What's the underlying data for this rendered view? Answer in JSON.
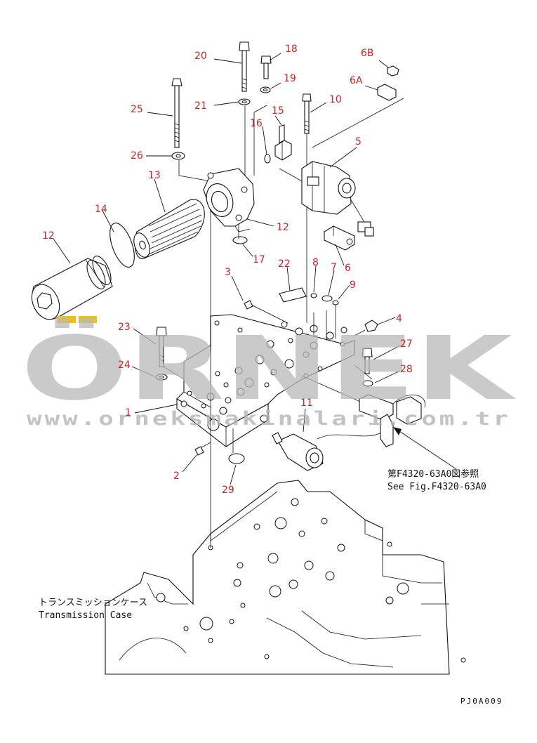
{
  "diagram": {
    "part_labels": [
      {
        "id": "label-20",
        "text": "20"
      },
      {
        "id": "label-18",
        "text": "18"
      },
      {
        "id": "label-6B",
        "text": "6B"
      },
      {
        "id": "label-19",
        "text": "19"
      },
      {
        "id": "label-6A",
        "text": "6A"
      },
      {
        "id": "label-25",
        "text": "25"
      },
      {
        "id": "label-21",
        "text": "21"
      },
      {
        "id": "label-10",
        "text": "10"
      },
      {
        "id": "label-15",
        "text": "15"
      },
      {
        "id": "label-16",
        "text": "16"
      },
      {
        "id": "label-5",
        "text": "5"
      },
      {
        "id": "label-26",
        "text": "26"
      },
      {
        "id": "label-13",
        "text": "13"
      },
      {
        "id": "label-14",
        "text": "14"
      },
      {
        "id": "label-12a",
        "text": "12"
      },
      {
        "id": "label-12b",
        "text": "12"
      },
      {
        "id": "label-17",
        "text": "17"
      },
      {
        "id": "label-6",
        "text": "6"
      },
      {
        "id": "label-22",
        "text": "22"
      },
      {
        "id": "label-8",
        "text": "8"
      },
      {
        "id": "label-7",
        "text": "7"
      },
      {
        "id": "label-3",
        "text": "3"
      },
      {
        "id": "label-9",
        "text": "9"
      },
      {
        "id": "label-4",
        "text": "4"
      },
      {
        "id": "label-23",
        "text": "23"
      },
      {
        "id": "label-27",
        "text": "27"
      },
      {
        "id": "label-24",
        "text": "24"
      },
      {
        "id": "label-28",
        "text": "28"
      },
      {
        "id": "label-1",
        "text": "1"
      },
      {
        "id": "label-11",
        "text": "11"
      },
      {
        "id": "label-2",
        "text": "2"
      },
      {
        "id": "label-29",
        "text": "29"
      }
    ],
    "reference_note": {
      "line1": "第F4320-63A0図参照",
      "line2": "See Fig.F4320-63A0"
    },
    "transmission_case_label": {
      "line1": "トランスミッションケース",
      "line2": "Transmission Case"
    },
    "drawing_code": "PJ0A009"
  },
  "watermark": {
    "brand": "ÖRNEK",
    "url": "www.orneksmakinalari.com.tr",
    "accent_color": "#f2c200",
    "text_color": "#b9b9b9"
  },
  "colors": {
    "label": "#d42020",
    "line": "#111111",
    "background": "#ffffff"
  }
}
